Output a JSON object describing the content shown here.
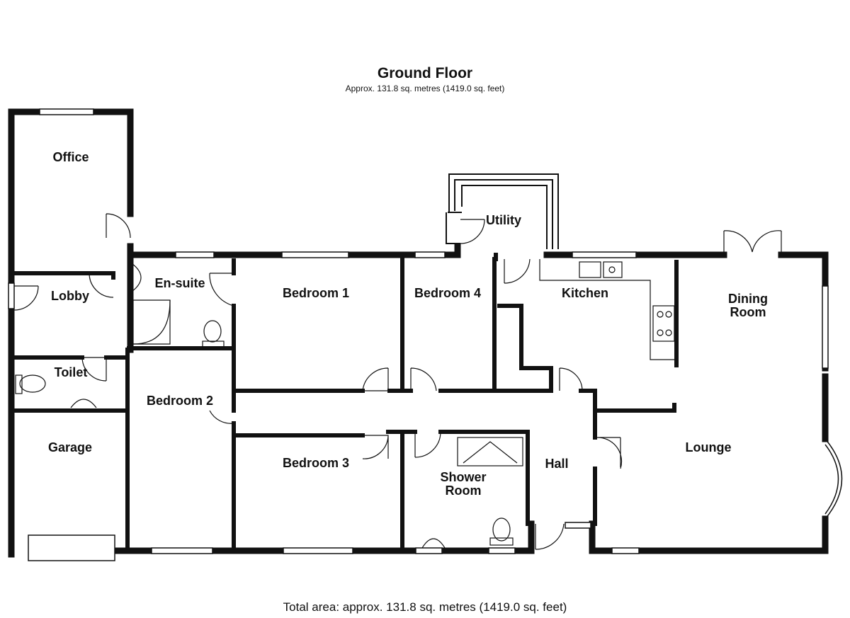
{
  "floor": {
    "title": "Ground Floor",
    "area": "Approx. 131.8 sq. metres (1419.0 sq. feet)"
  },
  "total_area": "Total area: approx. 131.8 sq. metres (1419.0 sq. feet)",
  "rooms": {
    "office": [
      "Office"
    ],
    "lobby": [
      "Lobby"
    ],
    "toilet": [
      "Toilet"
    ],
    "garage": [
      "Garage"
    ],
    "ensuite": [
      "En-suite"
    ],
    "bedroom1": [
      "Bedroom 1"
    ],
    "bedroom2": [
      "Bedroom 2"
    ],
    "bedroom3": [
      "Bedroom 3"
    ],
    "bedroom4": [
      "Bedroom 4"
    ],
    "utility": [
      "Utility"
    ],
    "kitchen": [
      "Kitchen"
    ],
    "dining": [
      "Dining",
      "Room"
    ],
    "lounge": [
      "Lounge"
    ],
    "hall": [
      "Hall"
    ],
    "shower": [
      "Shower",
      "Room"
    ]
  }
}
